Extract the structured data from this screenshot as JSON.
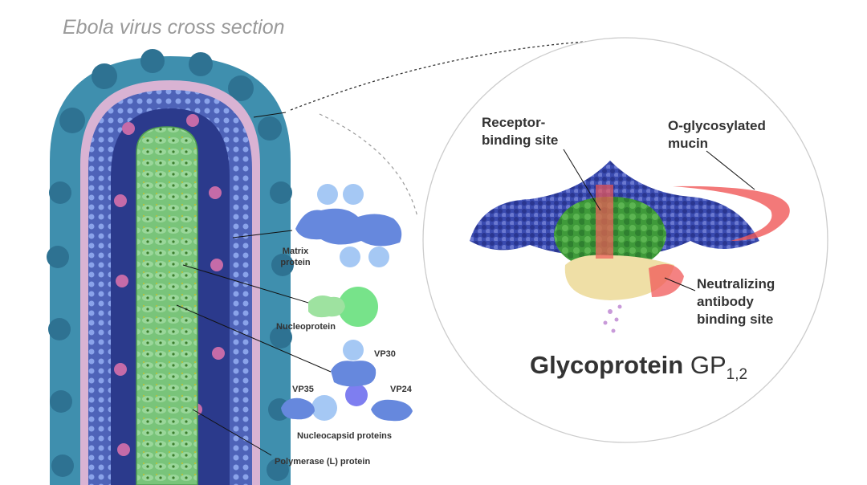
{
  "title": "Ebola virus cross section",
  "labels": {
    "matrix_protein": [
      "Matrix",
      "protein"
    ],
    "nucleoprotein": "Nucleoprotein",
    "vp30": "VP30",
    "vp35": "VP35",
    "vp24": "VP24",
    "nucleocapsid_proteins": "Nucleocapsid proteins",
    "polymerase": "Polymerase (L) protein",
    "receptor_binding": [
      "Receptor-",
      "binding site"
    ],
    "o_glycosylated": [
      "O-glycosylated",
      "mucin"
    ],
    "neutralizing": [
      "Neutralizing",
      "antibody",
      "binding site"
    ]
  },
  "glycoprotein": {
    "name": "Glycoprotein",
    "gp": "GP",
    "sub": "1,2"
  },
  "colors": {
    "membrane_pink": "#d9b3d3",
    "spike_teal": "#3f8fae",
    "capsid_green": "#6cc06c",
    "matrix_blue": "#6f8fdf",
    "gp_green": "#3f9a3a",
    "gp_navy": "#283a9a",
    "gp_tan": "#efdfa6",
    "site_red": "#f05858"
  }
}
